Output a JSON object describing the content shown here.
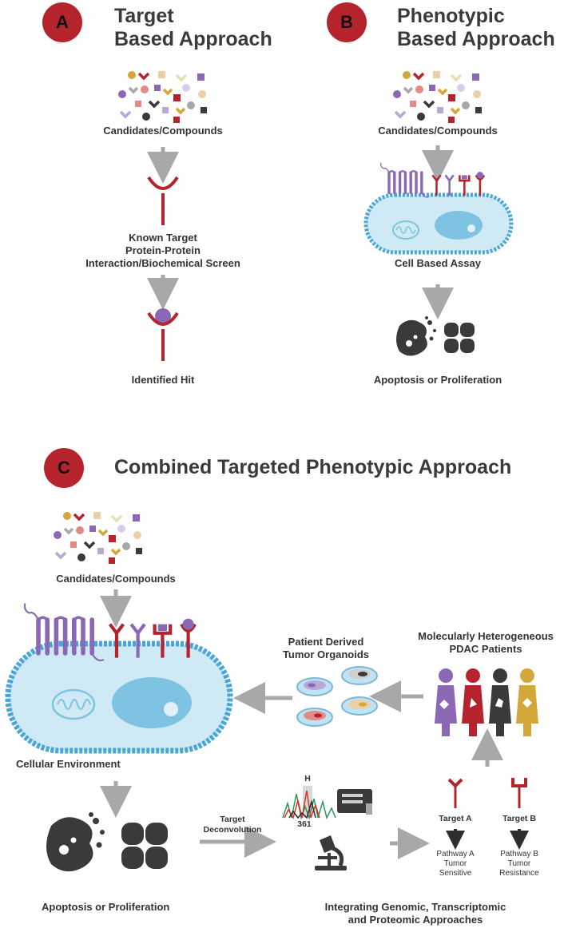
{
  "panel_a": {
    "badge": "A",
    "title_line1": "Target",
    "title_line2": "Based Approach",
    "candidates": "Candidates/Compounds",
    "target_line1": "Known Target",
    "target_line2": "Protein-Protein",
    "target_line3": "Interaction/Biochemical Screen",
    "hit": "Identified Hit"
  },
  "panel_b": {
    "badge": "B",
    "title_line1": "Phenotypic",
    "title_line2": "Based Approach",
    "candidates": "Candidates/Compounds",
    "assay": "Cell Based Assay",
    "outcome": "Apoptosis or Proliferation"
  },
  "panel_c": {
    "badge": "C",
    "title": "Combined Targeted Phenotypic Approach",
    "candidates": "Candidates/Compounds",
    "cell": "Cellular Environment",
    "outcome": "Apoptosis or Proliferation",
    "organoids_line1": "Patient Derived",
    "organoids_line2": "Tumor Organoids",
    "patients_line1": "Molecularly Heterogeneous",
    "patients_line2": "PDAC Patients",
    "deconv_line1": "Target",
    "deconv_line2": "Deconvolution",
    "seq_letter": "H",
    "seq_number": "361",
    "target_a": "Target A",
    "target_b": "Target B",
    "pathway_a_line1": "Pathway A",
    "pathway_a_line2": "Tumor",
    "pathway_a_line3": "Sensitive",
    "pathway_b_line1": "Pathway B",
    "pathway_b_line2": "Tumor",
    "pathway_b_line3": "Resistance",
    "integrating_line1": "Integrating Genomic, Transcriptomic",
    "integrating_line2": "and Proteomic Approaches"
  },
  "colors": {
    "badge_red": "#b5242c",
    "receptor_red": "#b5242c",
    "purple": "#8a68b6",
    "light_purple": "#b9a8d6",
    "gold": "#d3a73a",
    "salmon": "#e28a86",
    "dark": "#3a3a3a",
    "arrow_grey": "#a8a8a8",
    "cell_fill": "#cfe9f5",
    "cell_border": "#4aa6d6",
    "nucleus": "#7fc3e2"
  }
}
